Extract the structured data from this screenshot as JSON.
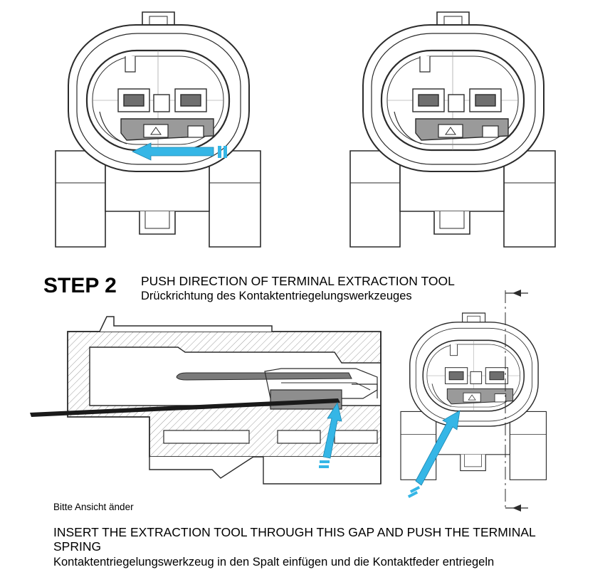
{
  "colors": {
    "line": "#2b2b2b",
    "arrow": "#35b6e6",
    "terminal": "#9a9a9a",
    "hatch": "#9c9c9c"
  },
  "step": {
    "title": "STEP 2"
  },
  "push": {
    "en": "PUSH DIRECTION OF TERMINAL EXTRACTION TOOL",
    "de": "Drückrichtung des Kontaktentriegelungswerkzeuges"
  },
  "note": "Bitte Ansicht änder",
  "insert": {
    "en": "INSERT THE EXTRACTION TOOL THROUGH THIS GAP AND PUSH THE TERMINAL SPRING",
    "de": "Kontaktentriegelungswerkzeug in den Spalt einfügen und die Kontaktfeder entriegeln"
  },
  "icons": [
    "arrow-left-icon",
    "arrow-up-icon",
    "section-cut-marker-icon"
  ]
}
